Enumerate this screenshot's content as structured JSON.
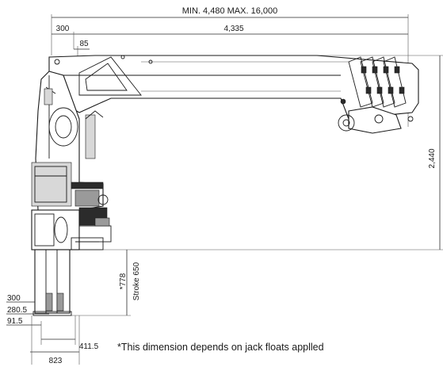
{
  "dimensions": {
    "overall_reach": "MIN. 4,480   MAX. 16,000",
    "boom_offset": "300",
    "boom_length": "4,335",
    "column_offset": "85",
    "height": "2,440",
    "jack_depth": "*778",
    "stroke": "Stroke 650",
    "base_300": "300",
    "base_280_5": "280.5",
    "base_91_5": "91.5",
    "base_411_5": "411.5",
    "base_823": "823"
  },
  "note": "*This dimension depends on jack floats applled"
}
